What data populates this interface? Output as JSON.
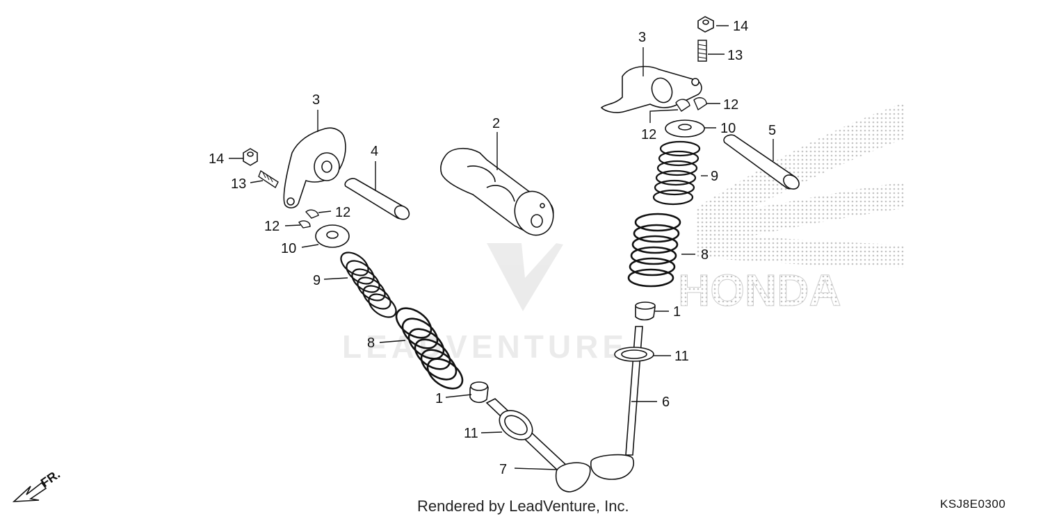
{
  "diagram": {
    "credit": "Rendered by LeadVenture, Inc.",
    "code": "KSJ8E0300",
    "front_marker": "FR.",
    "watermark_brand": "HONDA",
    "watermark_text": "LEADVENTURE",
    "callouts": [
      {
        "id": "c1a",
        "label": "1"
      },
      {
        "id": "c1b",
        "label": "1"
      },
      {
        "id": "c2",
        "label": "2"
      },
      {
        "id": "c3a",
        "label": "3"
      },
      {
        "id": "c3b",
        "label": "3"
      },
      {
        "id": "c4",
        "label": "4"
      },
      {
        "id": "c5",
        "label": "5"
      },
      {
        "id": "c6",
        "label": "6"
      },
      {
        "id": "c7",
        "label": "7"
      },
      {
        "id": "c8a",
        "label": "8"
      },
      {
        "id": "c8b",
        "label": "8"
      },
      {
        "id": "c9a",
        "label": "9"
      },
      {
        "id": "c9b",
        "label": "9"
      },
      {
        "id": "c10a",
        "label": "10"
      },
      {
        "id": "c10b",
        "label": "10"
      },
      {
        "id": "c11a",
        "label": "11"
      },
      {
        "id": "c11b",
        "label": "11"
      },
      {
        "id": "c12a",
        "label": "12"
      },
      {
        "id": "c12b",
        "label": "12"
      },
      {
        "id": "c12c",
        "label": "12"
      },
      {
        "id": "c12d",
        "label": "12"
      },
      {
        "id": "c13a",
        "label": "13"
      },
      {
        "id": "c13b",
        "label": "13"
      },
      {
        "id": "c14a",
        "label": "14"
      },
      {
        "id": "c14b",
        "label": "14"
      }
    ]
  }
}
